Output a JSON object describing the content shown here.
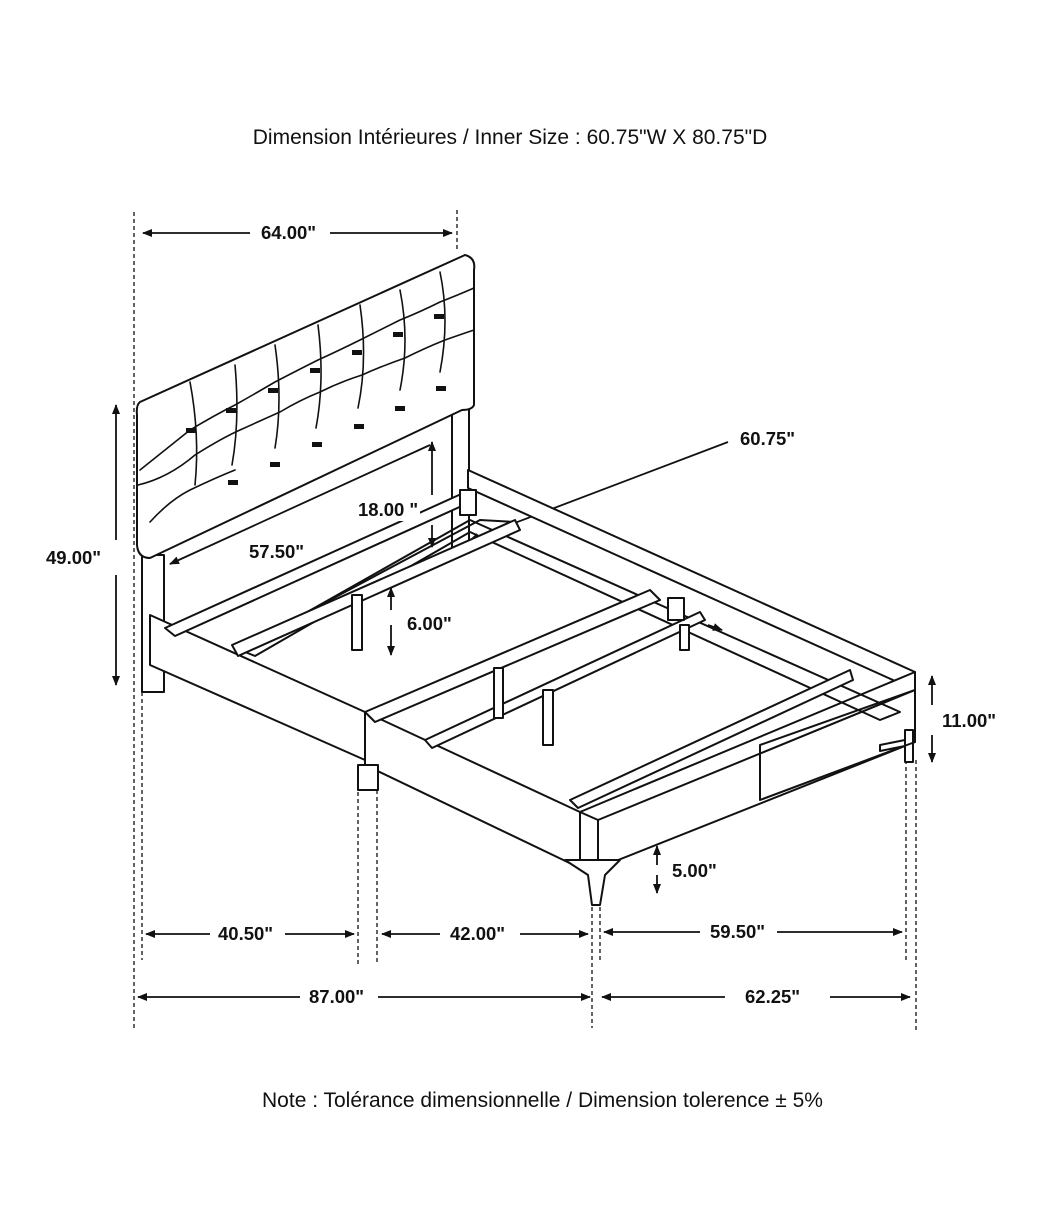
{
  "header": {
    "inner_size": "Dimension Intérieures / Inner Size : 60.75\"W X 80.75\"D"
  },
  "footer": {
    "note": "Note : Tolérance dimensionnelle / Dimension tolerence  ± 5%"
  },
  "dimensions": {
    "headboard_width": "64.00\"",
    "overall_height": "49.00\"",
    "headboard_inner_width": "57.50\"",
    "headboard_panel_height": "18.00  \"",
    "slat_length": "60.75\"",
    "center_support_height": "6.00\"",
    "side_rail_height": "11.00\"",
    "floor_clearance": "5.00\"",
    "leg_spacing_rear": "40.50\"",
    "leg_spacing_middle": "42.00\"",
    "front_width": "59.50\"",
    "overall_length": "87.00\"",
    "overall_width": "62.25\""
  }
}
